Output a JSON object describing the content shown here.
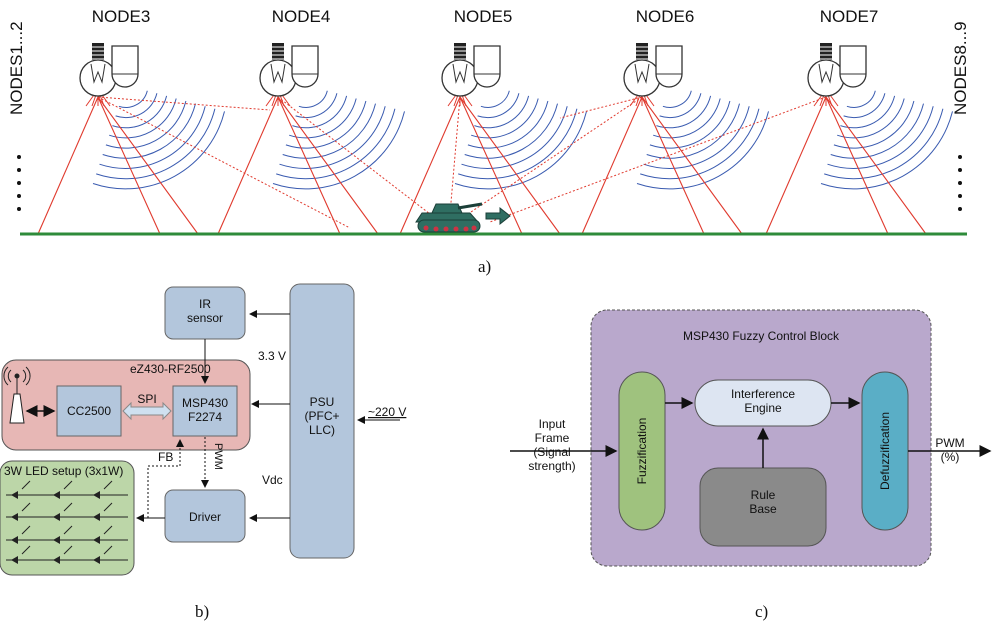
{
  "panel_a": {
    "caption": "a)",
    "node_labels": [
      "NODE3",
      "NODE4",
      "NODE5",
      "NODE6",
      "NODE7"
    ],
    "left_side_label": "NODES1...2",
    "right_side_label": "NODES8...9",
    "colors": {
      "ground": "#2e8b3a",
      "beam": "#e03a2e",
      "wave": "#3a5bb0",
      "tank": "#2f6e62"
    }
  },
  "panel_b": {
    "caption": "b)",
    "ir_sensor": "IR\nsensor",
    "ez430_title": "eZ430-RF2500",
    "cc2500": "CC2500",
    "spi": "SPI",
    "msp430": "MSP430\nF2274",
    "psu": "PSU\n(PFC+\nLLC)",
    "voltage_33": "3.3 V",
    "mains": "~220 V",
    "vdc": "Vdc",
    "fb": "FB",
    "pwm": "PWM",
    "driver": "Driver",
    "led_setup": "3W LED setup (3x1W)",
    "colors": {
      "blue_block": "#b3c6dc",
      "rf_board": "#e7b7b5",
      "led_board": "#bcd6a8",
      "psu": "#b3c6dc"
    }
  },
  "panel_c": {
    "caption": "c)",
    "block_title": "MSP430 Fuzzy Control Block",
    "input": "Input\nFrame\n(Signal\nstrength)",
    "fuzzification": "Fuzzification",
    "engine": "Interference\nEngine",
    "rule_base": "Rule\nBase",
    "defuzzification": "Defuzzification",
    "output": "PWM\n(%)",
    "colors": {
      "block_bg": "#b9a8cc",
      "fuzz": "#9fc27e",
      "engine": "#dde5f2",
      "rule": "#8a8a8a",
      "defuzz": "#5aaec6"
    }
  }
}
